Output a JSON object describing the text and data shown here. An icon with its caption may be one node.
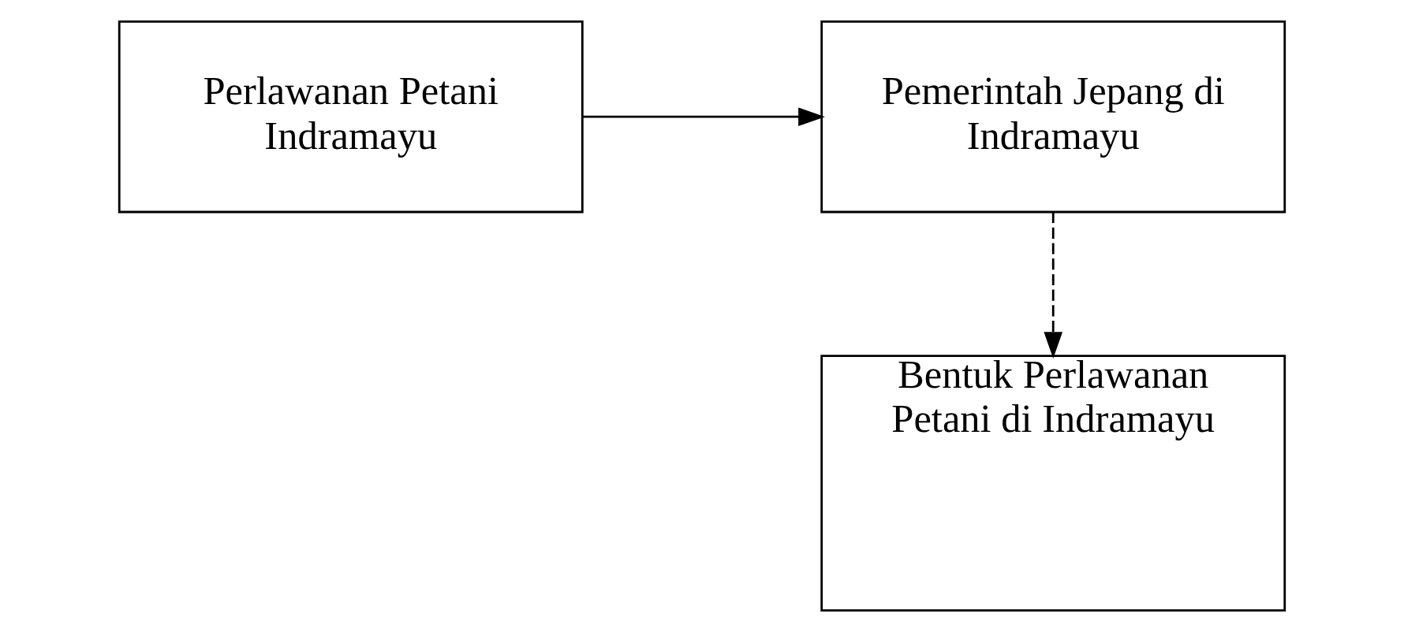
{
  "diagram": {
    "nodes": [
      {
        "text": [
          "Perlawanan Petani Indramayu"
        ]
      },
      {
        "text": [
          "Pemerintah Jepang di Indramayu"
        ]
      },
      {
        "text": [
          "Bentuk Perlawanan Petani di Indramayu"
        ]
      }
    ],
    "edges": [
      {
        "from": 0,
        "to": 1,
        "arrow": "to"
      },
      {
        "from": 1,
        "to": 2,
        "arrow": "to",
        "style": "dashed"
      }
    ]
  }
}
